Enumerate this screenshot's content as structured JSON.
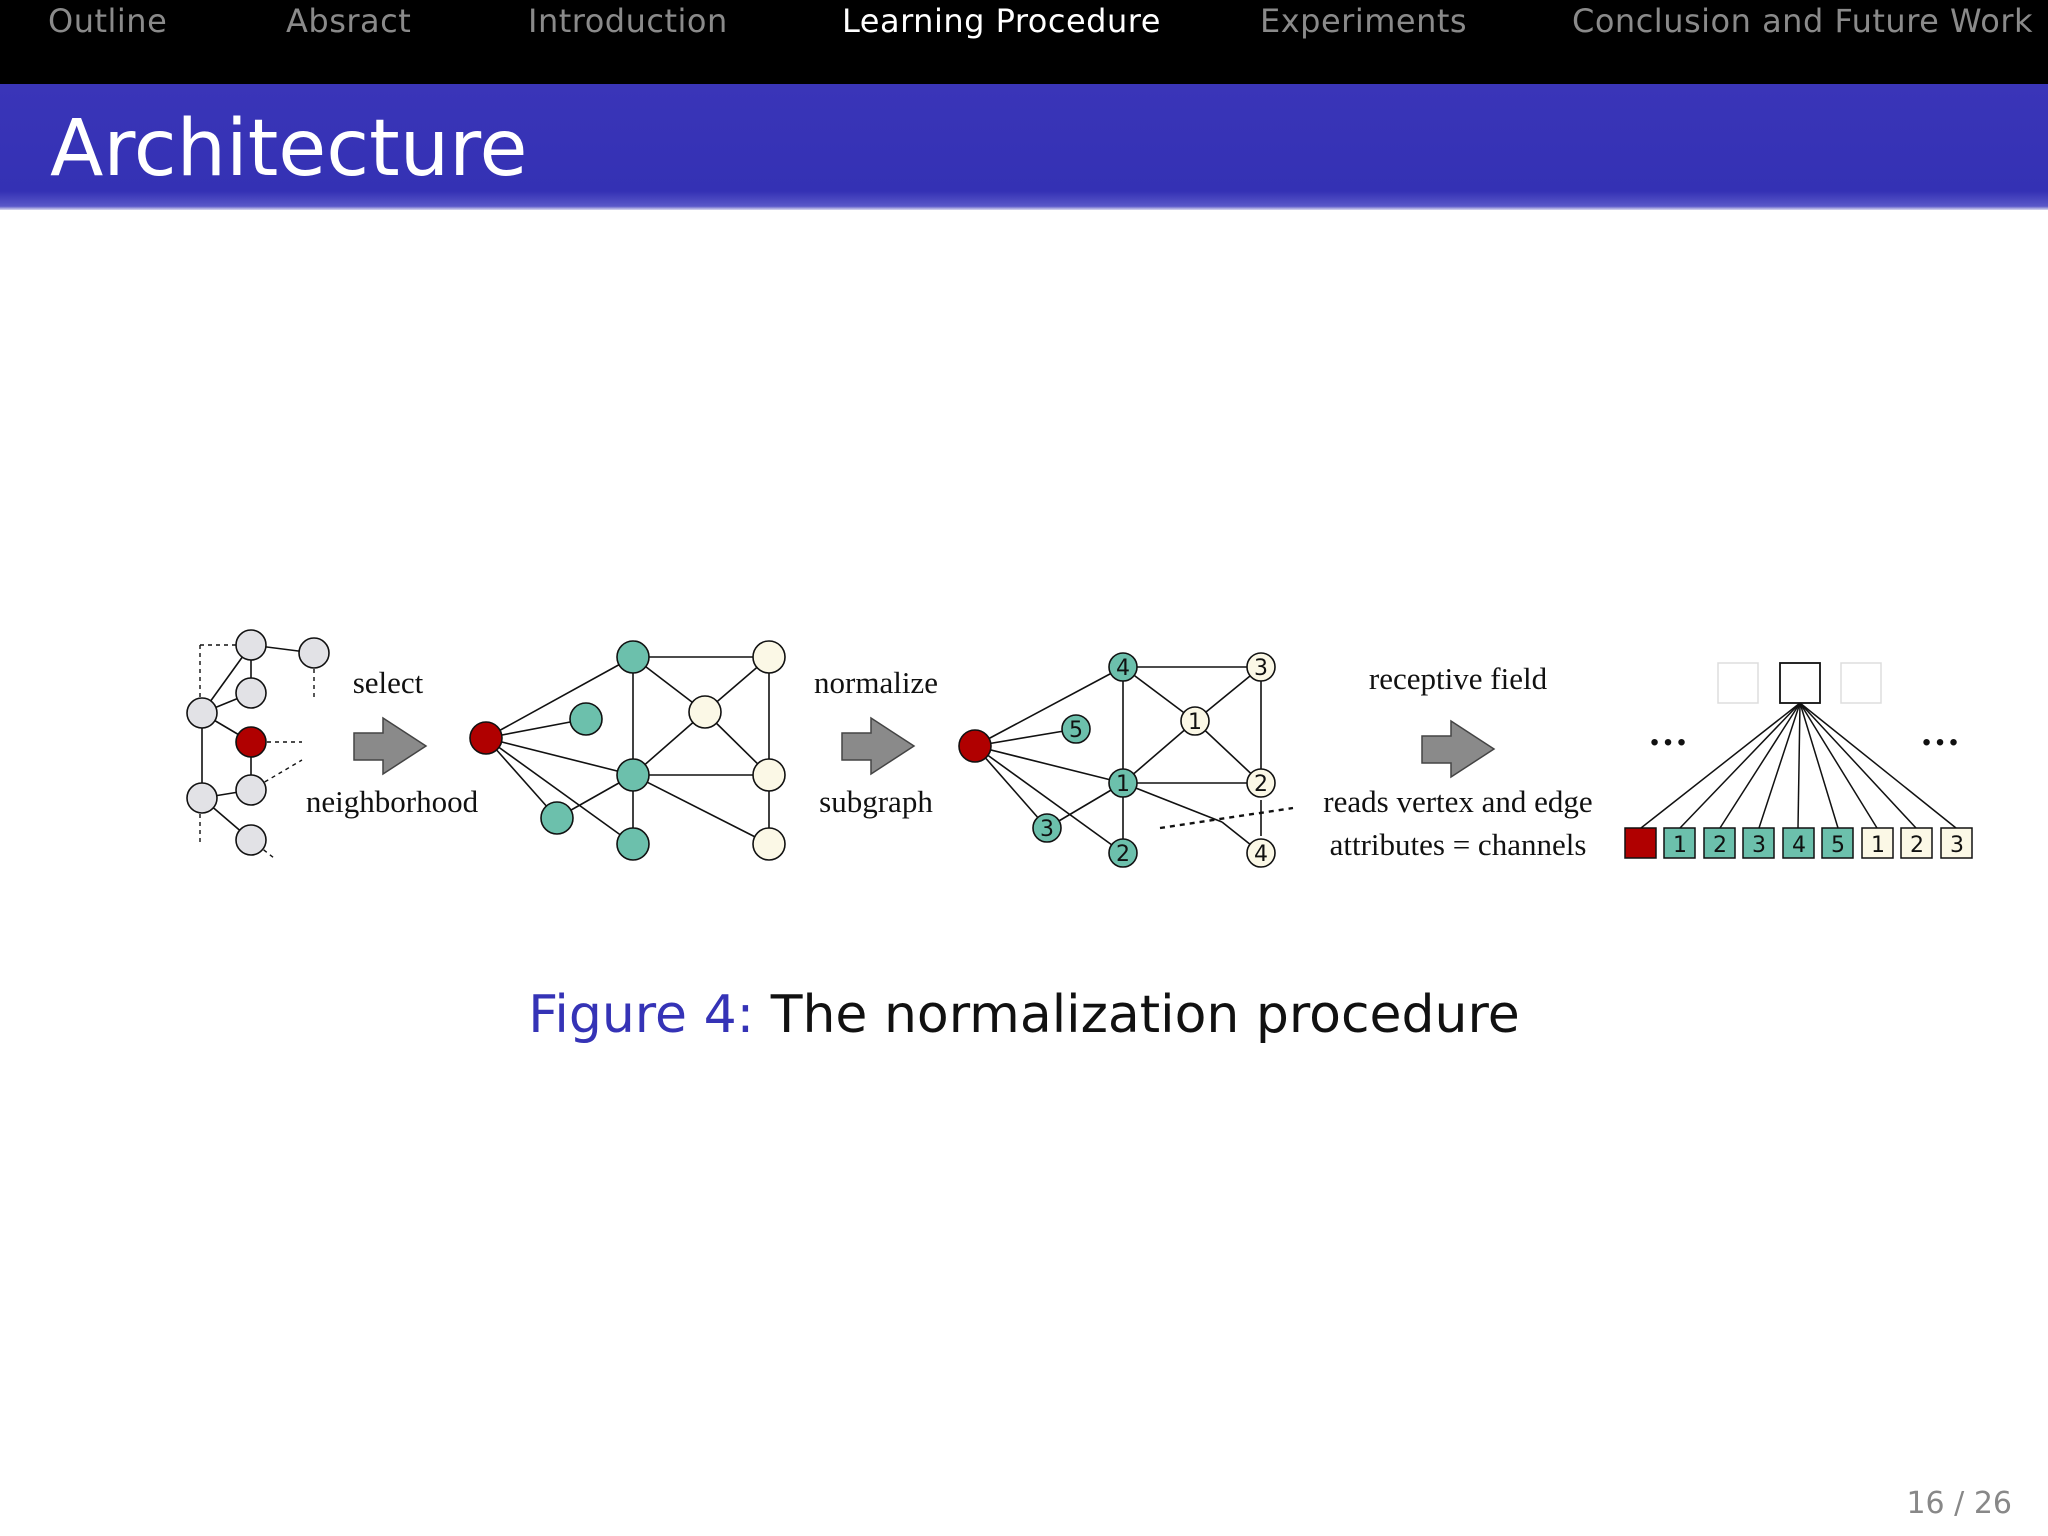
{
  "nav": {
    "items": [
      {
        "label": "Outline"
      },
      {
        "label": "Absract"
      },
      {
        "label": "Introduction"
      },
      {
        "label": "Learning Procedure"
      },
      {
        "label": "Experiments"
      },
      {
        "label": "Conclusion and Future Work"
      }
    ],
    "active_index": 3
  },
  "slide": {
    "title": "Architecture",
    "page": "16 / 26"
  },
  "figure": {
    "labels": {
      "select": "select",
      "neighborhood": "neighborhood",
      "normalize": "normalize",
      "subgraph": "subgraph",
      "receptive_field": "receptive field",
      "reads_line1": "reads vertex and edge",
      "reads_line2": "attributes = channels",
      "dots": "…"
    },
    "node_numbers": {
      "teal": [
        "1",
        "2",
        "3",
        "4",
        "5"
      ],
      "cream": [
        "1",
        "2",
        "3",
        "4"
      ]
    },
    "channel_cells": [
      "1",
      "2",
      "3",
      "4",
      "5",
      "1",
      "2",
      "3"
    ],
    "caption_label": "Figure 4:",
    "caption_text": "The normalization procedure"
  },
  "colors": {
    "nav_bg": "#000000",
    "title_bar": "#3431b4",
    "root_node": "#b00000",
    "teal_node": "#6cc0ac",
    "cream_node": "#fbf8e6",
    "gray_node": "#e2e2e6",
    "arrow": "#8a8a8a",
    "caption_label": "#3533b6"
  }
}
